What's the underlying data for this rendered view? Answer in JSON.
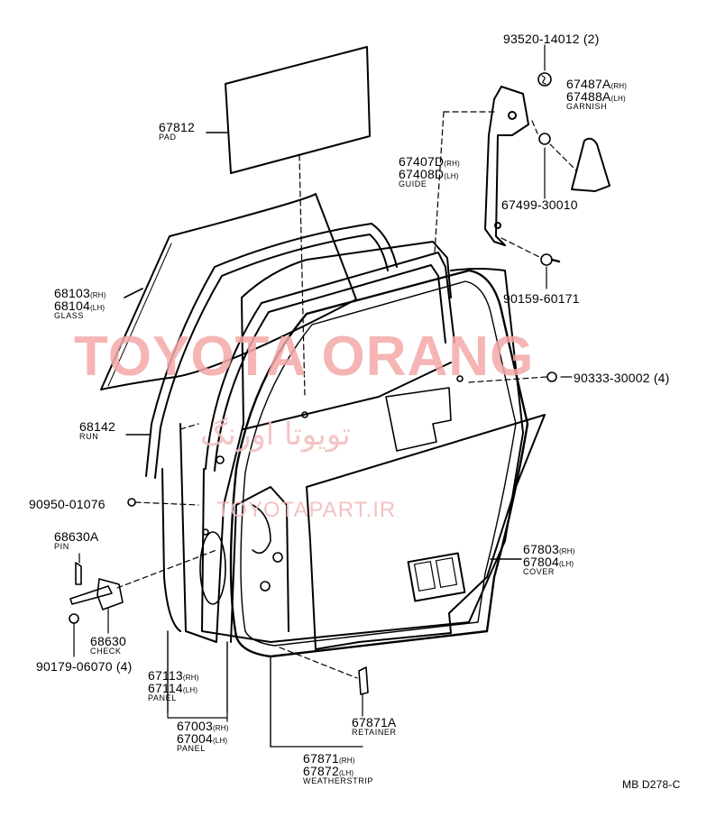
{
  "watermark": {
    "main": "TOYOTA ORANG",
    "arabic": "تویوتا اورنگ",
    "site": "TOYOTAPART.IR"
  },
  "diagram_code": "MB D278-C",
  "parts": {
    "p93520": {
      "number": "93520-14012 (2)"
    },
    "p67487": {
      "number1": "67487A",
      "sfx1": "(RH)",
      "number2": "67488A",
      "sfx2": "(LH)",
      "name": "GARNISH"
    },
    "p67812": {
      "number": "67812",
      "name": "PAD"
    },
    "p67407": {
      "number1": "67407D",
      "sfx1": "(RH)",
      "number2": "67408D",
      "sfx2": "(LH)",
      "name": "GUIDE"
    },
    "p67499": {
      "number": "67499-30010"
    },
    "p68103": {
      "number1": "68103",
      "sfx1": "(RH)",
      "number2": "68104",
      "sfx2": "(LH)",
      "name": "GLASS"
    },
    "p90159": {
      "number": "90159-60171"
    },
    "p90333": {
      "number": "90333-30002 (4)"
    },
    "p68142": {
      "number": "68142",
      "name": "RUN"
    },
    "p90950": {
      "number": "90950-01076"
    },
    "p68630A": {
      "number": "68630A",
      "name": "PIN"
    },
    "p67803": {
      "number1": "67803",
      "sfx1": "(RH)",
      "number2": "67804",
      "sfx2": "(LH)",
      "name": "COVER"
    },
    "p68630": {
      "number": "68630",
      "name": "CHECK"
    },
    "p90179": {
      "number": "90179-06070 (4)"
    },
    "p67113": {
      "number1": "67113",
      "sfx1": "(RH)",
      "number2": "67114",
      "sfx2": "(LH)",
      "name": "PANEL"
    },
    "p67003": {
      "number1": "67003",
      "sfx1": "(RH)",
      "number2": "67004",
      "sfx2": "(LH)",
      "name": "PANEL"
    },
    "p67871": {
      "number": "67871A",
      "name": "RETAINER"
    },
    "p67872": {
      "number1": "67871",
      "sfx1": "(RH)",
      "number2": "67872",
      "sfx2": "(LH)",
      "name": "WEATHERSTRIP"
    }
  }
}
